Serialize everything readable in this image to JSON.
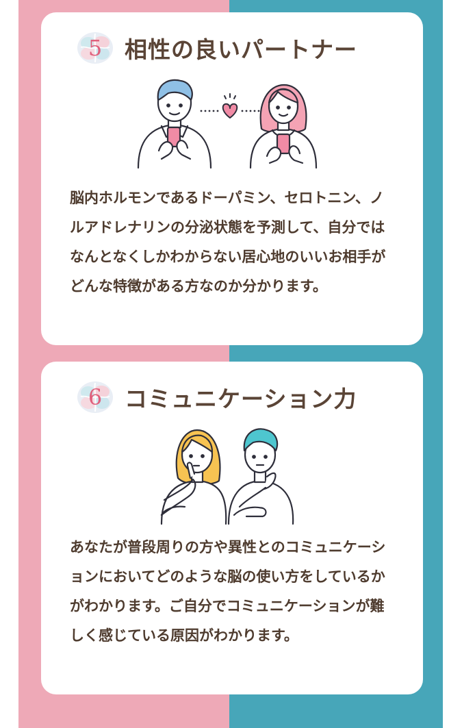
{
  "colors": {
    "left_band": "#eea9b7",
    "right_band": "#47a6b9",
    "card": "#ffffff",
    "title_text": "#5a4436",
    "body_text": "#4e3b2e",
    "number_accent": "#e0607c"
  },
  "sections": [
    {
      "number": "5",
      "title": "相性の良いパートナー",
      "icon": "brain-icon",
      "illustration": "couple-with-phones-heart",
      "body": "脳内ホルモンであるドーパミン、セロトニン、ノルアドレナリンの分泌状態を予測して、自分ではなんとなくしかわからない居心地のいいお相手がどんな特徴がある方なのか分かります。"
    },
    {
      "number": "6",
      "title": "コミュニケーション力",
      "icon": "brain-icon",
      "illustration": "two-people-thinking",
      "body": "あなたが普段周りの方や異性とのコミュニケーションにおいてどのような脳の使い方をしているかがわかります。ご自分でコミュニケーションが難しく感じている原因がわかります。"
    }
  ]
}
